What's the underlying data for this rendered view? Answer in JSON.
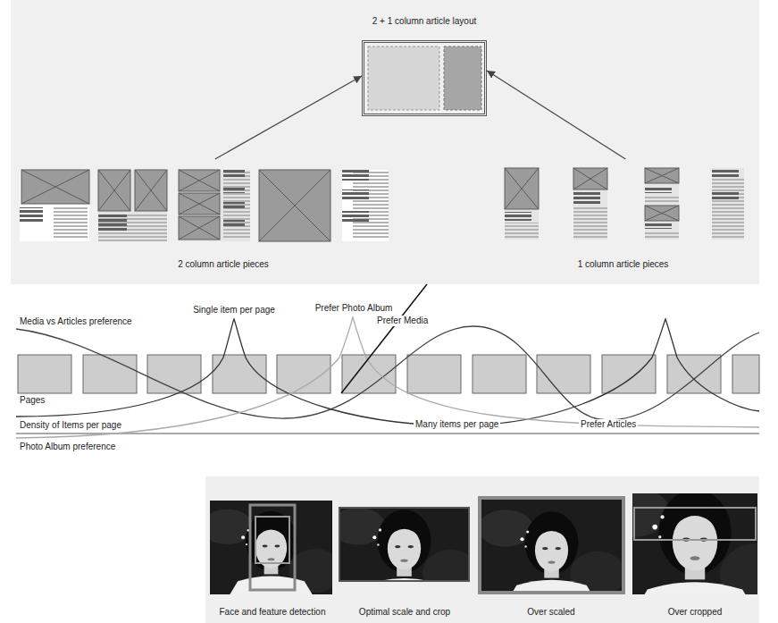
{
  "diagram": {
    "nodes": [
      {
        "text": [
          "2 + 1 column article layout"
        ]
      },
      {
        "text": [
          "2 column article pieces"
        ]
      },
      {
        "text": [
          "1 column article pieces"
        ]
      }
    ],
    "edges": [
      {
        "from": 1,
        "to": 0,
        "arrow": "to"
      },
      {
        "from": 2,
        "to": 0,
        "arrow": "to"
      }
    ],
    "labels": [
      "Media vs Articles preference",
      "Single item per page",
      "Prefer Photo Album",
      "Prefer Media",
      "Pages",
      "Density of Items per page",
      "Photo Album preference",
      "Many items per page",
      "Prefer Articles",
      "Face and feature detection",
      "Optimal scale and crop",
      "Over scaled",
      "Over cropped"
    ]
  }
}
